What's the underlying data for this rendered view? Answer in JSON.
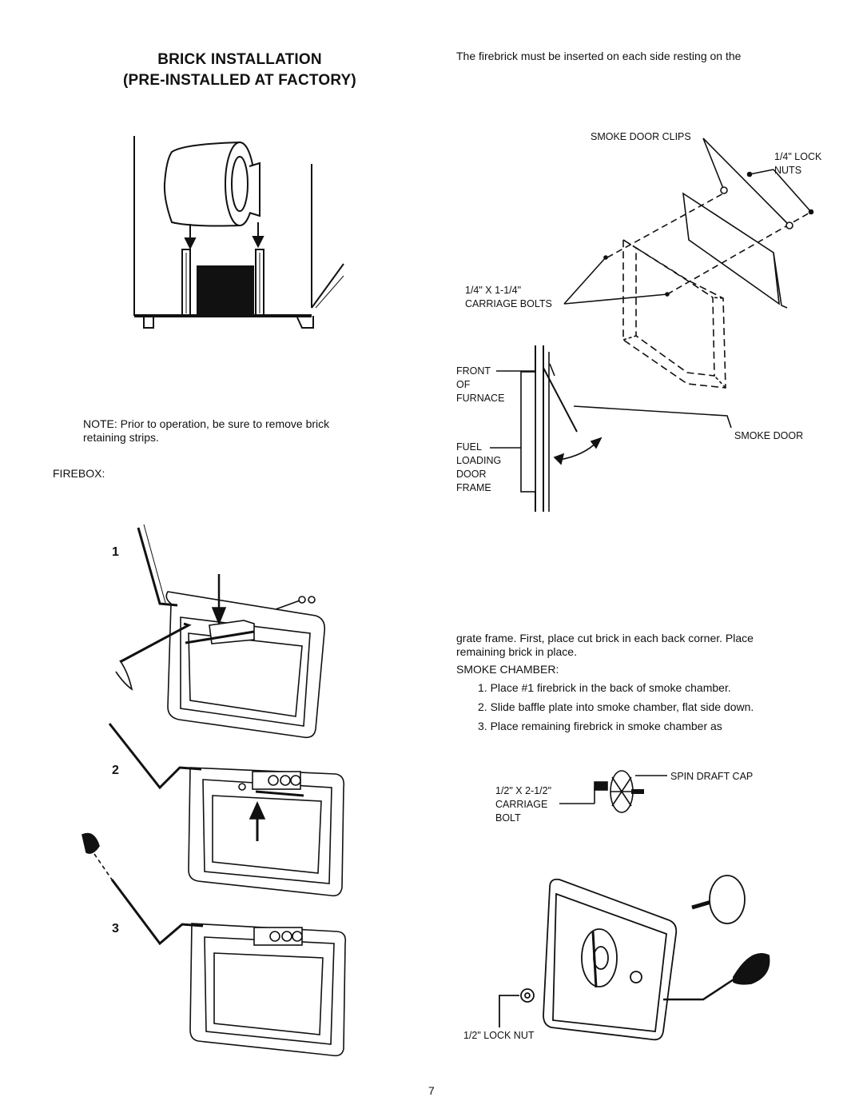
{
  "title": {
    "line1": "BRICK INSTALLATION",
    "line2": "(PRE-INSTALLED AT FACTORY)"
  },
  "top_right_text": "The firebrick must be inserted on each side resting on the",
  "note": {
    "line1": "NOTE: Prior to operation, be sure to remove brick",
    "line2": "retaining strips."
  },
  "firebox_heading": "FIREBOX:",
  "step_numbers": [
    "1",
    "2",
    "3"
  ],
  "smoke_door_diagram": {
    "labels": {
      "smoke_door_clips": "SMOKE DOOR CLIPS",
      "lock_nuts": [
        "1/4\" LOCK",
        "NUTS"
      ],
      "carriage_bolts": [
        "1/4\" X 1-1/4\"",
        "CARRIAGE BOLTS"
      ],
      "front_of_furnace": [
        "FRONT",
        "OF",
        "FURNACE"
      ],
      "smoke_door": "SMOKE DOOR",
      "fuel_loading_door_frame": [
        "FUEL",
        "LOADING",
        "DOOR",
        "FRAME"
      ]
    }
  },
  "continued_text": {
    "line1": "grate frame. First, place cut brick in each back corner. Place",
    "line2": "remaining brick in place."
  },
  "smoke_chamber": {
    "heading": "SMOKE CHAMBER:",
    "steps": [
      {
        "num": "1.",
        "text": "Place #1 firebrick in the back of smoke chamber."
      },
      {
        "num": "2.",
        "text": "Slide baffle plate into smoke chamber, flat side down."
      },
      {
        "num": "3.",
        "text": "Place remaining firebrick in smoke chamber as"
      }
    ]
  },
  "draft_cap_diagram": {
    "labels": {
      "spin_draft_cap": "SPIN DRAFT CAP",
      "carriage_bolt": [
        "1/2\" X 2-1/2\"",
        "CARRIAGE",
        "BOLT"
      ],
      "lock_nut": "1/2\" LOCK NUT"
    }
  },
  "page_number": "7"
}
